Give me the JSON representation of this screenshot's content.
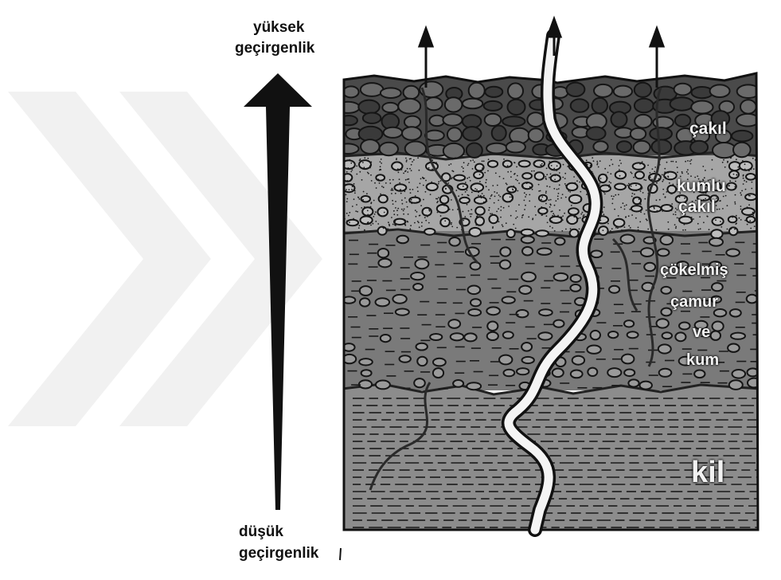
{
  "permeability": {
    "high_label_line1": "yüksek",
    "high_label_line2": "geçirgenlik",
    "low_label_line1": "düşük",
    "low_label_line2": "geçirgenlik"
  },
  "layers": {
    "gravel": "çakıl",
    "sandy_gravel_line1": "kumlu",
    "sandy_gravel_line2": "çakıl",
    "sediment_line1": "çökelmiş",
    "sediment_line2": "çamur",
    "sediment_line3": "ve",
    "sediment_line4": "kum",
    "clay": "kil"
  },
  "colors": {
    "ink": "#111111",
    "clay_fill": "#8c8c8c",
    "sediment_fill": "#7a7a7a",
    "sandy_fill": "#a6a6a6",
    "gravel_fill": "#4a4a4a",
    "fissure": "#f4f4f4",
    "watermark": "#f0f0f0"
  }
}
